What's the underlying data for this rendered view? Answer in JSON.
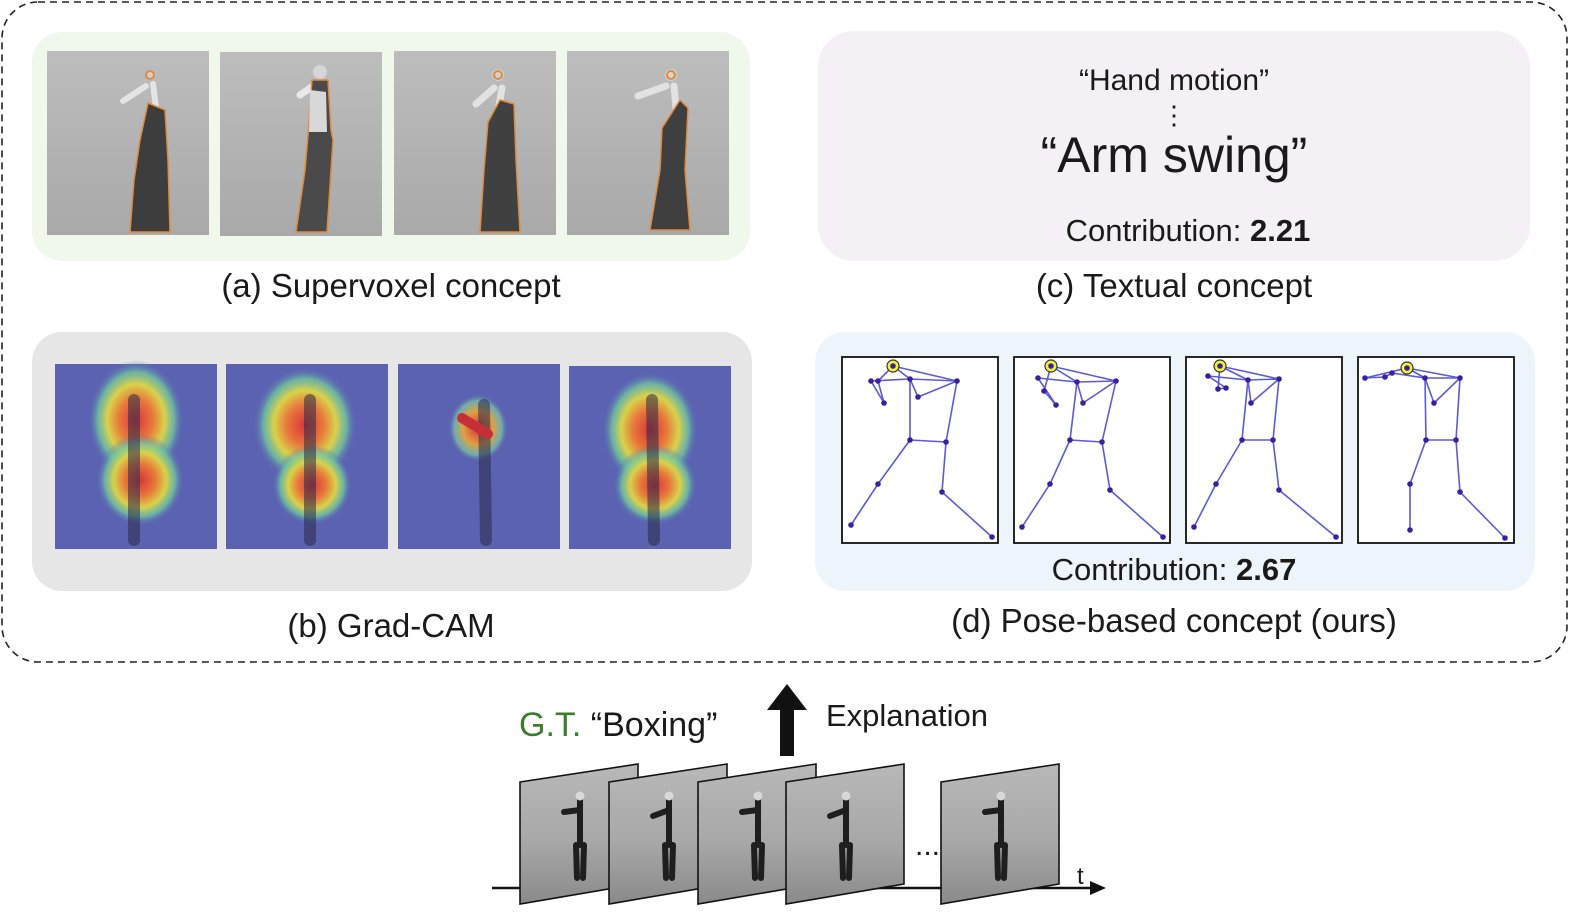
{
  "panels": {
    "a": {
      "caption": "(a) Supervoxel concept"
    },
    "b": {
      "caption": "(b) Grad-CAM"
    },
    "c": {
      "caption": "(c) Textual concept",
      "small_concept": "“Hand motion”",
      "ellipsis": "⋮",
      "main_concept": "“Arm swing”",
      "contribution_label": "Contribution:",
      "contribution_value": "2.21"
    },
    "d": {
      "caption": "(d) Pose-based concept (ours)",
      "contribution_label": "Contribution:",
      "contribution_value": "2.67"
    }
  },
  "bottom": {
    "gt_label": "G.T.",
    "gt_class": "“Boxing”",
    "explanation": "Explanation",
    "ellipsis": "...",
    "time_axis": "t"
  },
  "colors": {
    "panel_a_bg": "#f0f8ec",
    "panel_b_bg": "#e6e6e6",
    "panel_c_bg": "#f5eff6",
    "panel_d_bg": "#edf4fa",
    "skeleton": "#5b5bd6",
    "joint": "#3b1f9e",
    "highlight": "#f2f23a",
    "gt_green": "#3a7d2a",
    "segment_outline": "#e08a3c"
  }
}
